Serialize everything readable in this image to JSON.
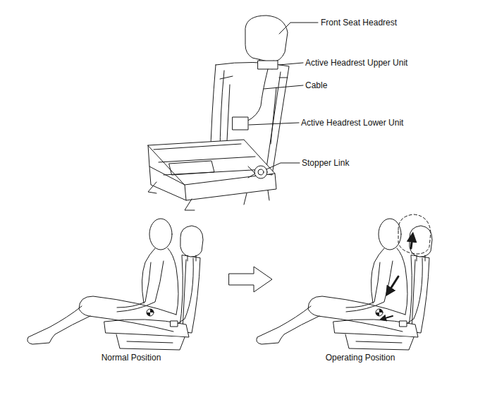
{
  "diagram": {
    "labels": [
      "Front Seat Headrest",
      "Active Headrest Upper Unit",
      "Cable",
      "Active Headrest Lower Unit",
      "Stopper Link",
      "Normal Position",
      "Operating Position"
    ]
  }
}
